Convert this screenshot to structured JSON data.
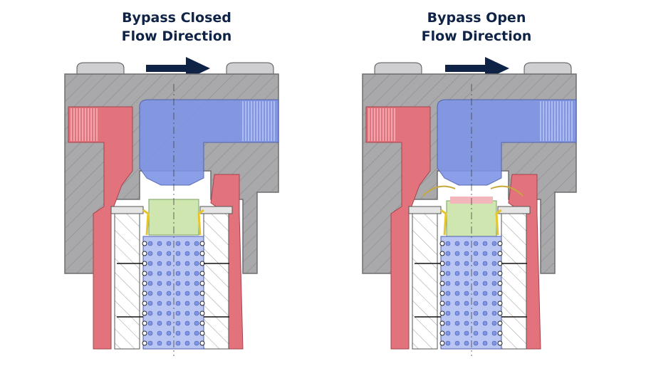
{
  "panels": [
    {
      "id": "closed",
      "title_line1": "Bypass Closed",
      "title_line2": "Flow Direction",
      "bypass_open": false
    },
    {
      "id": "open",
      "title_line1": "Bypass Open",
      "title_line2": "Flow Direction",
      "bypass_open": true
    }
  ],
  "colors": {
    "housing": "#a9a9ab",
    "housing_dark": "#6e6e70",
    "inlet_red": "#e2727c",
    "inlet_red_light": "#f2b6bb",
    "outlet_blue": "#7f95e6",
    "outlet_blue_light": "#b9c6f4",
    "valve_green": "#cfe6b0",
    "arrow_navy": "#0f2347",
    "spring_yellow": "#e8c52c"
  },
  "icons": [
    "flow-direction-arrow-icon"
  ]
}
